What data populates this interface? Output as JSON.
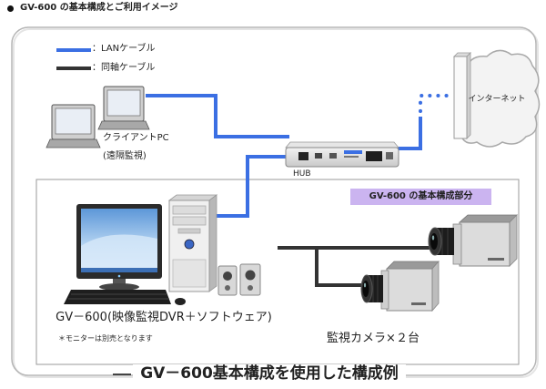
{
  "title": "GV-600 の基本構成とご利用イメージ",
  "legend": [
    {
      "label": "：LANケーブル",
      "color": "#3b6fe3"
    },
    {
      "label": "：同軸ケーブル",
      "color": "#333333"
    }
  ],
  "client_pc": {
    "label": "クライアントPC",
    "sublabel": "(遠隔監視)"
  },
  "hub": {
    "label": "HUB"
  },
  "internet": {
    "label": "インターネット"
  },
  "core_section": {
    "label": "GV-600 の基本構成部分",
    "color": "#cbb4f0"
  },
  "dvr": {
    "label": "GV－600(映像監視DVR＋ソフトウェア)",
    "note": "＊モニターは別売となります"
  },
  "cameras": {
    "label": "監視カメラ×２台"
  },
  "caption": "GV－600基本構成を使用した構成例"
}
